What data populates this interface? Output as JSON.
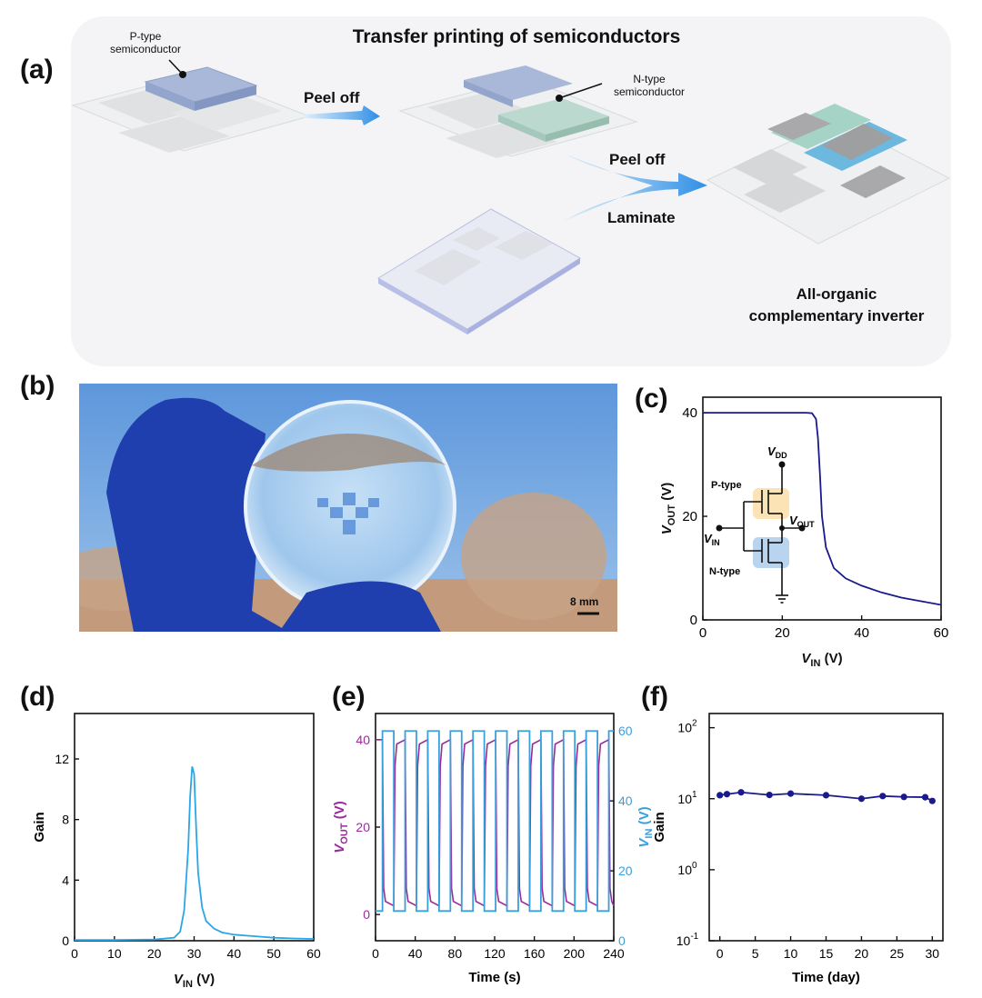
{
  "panels": {
    "a": "(a)",
    "b": "(b)",
    "c": "(c)",
    "d": "(d)",
    "e": "(e)",
    "f": "(f)"
  },
  "schematic": {
    "title": "Transfer printing of semiconductors",
    "p_type_line1": "P-type",
    "p_type_line2": "semiconductor",
    "n_type_line1": "N-type",
    "n_type_line2": "semiconductor",
    "peel_off_1": "Peel off",
    "peel_off_2": "Peel off",
    "laminate": "Laminate",
    "result_line1": "All-organic",
    "result_line2": "complementary inverter"
  },
  "photo": {
    "scale_label": "8 mm"
  },
  "colors": {
    "navy": "#1a1a8c",
    "light_blue": "#2aa6e8",
    "purple": "#9a2a9a",
    "cyan": "#3aa0dc",
    "p_highlight": "#fbe3b6",
    "n_highlight": "#b9d4ef"
  },
  "inset": {
    "vdd_main": "V",
    "vdd_sub": "DD",
    "vout_main": "V",
    "vout_sub": "OUT",
    "vin_main": "V",
    "vin_sub": "IN",
    "p_label": "P-type",
    "n_label": "N-type"
  },
  "chart_data": [
    {
      "id": "c",
      "type": "line",
      "xlabel_main": "V",
      "xlabel_sub": "IN",
      "xlabel_unit": " (V)",
      "ylabel_main": "V",
      "ylabel_sub": "OUT",
      "ylabel_unit": " (V)",
      "xlim": [
        0,
        60
      ],
      "ylim": [
        0,
        43
      ],
      "xticks": [
        0,
        20,
        40,
        60
      ],
      "yticks": [
        0,
        20,
        40
      ],
      "series": [
        {
          "x": [
            0,
            20,
            26,
            27.5,
            28.5,
            29,
            29.5,
            30,
            31,
            33,
            36,
            40,
            45,
            50,
            55,
            60
          ],
          "y": [
            40,
            40,
            40,
            39.9,
            38.8,
            35,
            28,
            20,
            14,
            10,
            8,
            6.6,
            5.3,
            4.3,
            3.6,
            2.9
          ]
        }
      ]
    },
    {
      "id": "d",
      "type": "line",
      "xlabel_main": "V",
      "xlabel_sub": "IN",
      "xlabel_unit": " (V)",
      "ylabel": "Gain",
      "xlim": [
        0,
        60
      ],
      "ylim": [
        0,
        15
      ],
      "xticks": [
        0,
        10,
        20,
        30,
        40,
        50,
        60
      ],
      "yticks": [
        0,
        4,
        8,
        12
      ],
      "series": [
        {
          "x": [
            0,
            10,
            20,
            25,
            26.5,
            27.5,
            28.5,
            29,
            29.5,
            30,
            30.5,
            31,
            32,
            33,
            35,
            37,
            40,
            45,
            50,
            55,
            60
          ],
          "y": [
            0.05,
            0.05,
            0.08,
            0.2,
            0.6,
            2,
            6,
            9.5,
            11.5,
            11,
            7.5,
            4.5,
            2.2,
            1.3,
            0.8,
            0.55,
            0.4,
            0.3,
            0.2,
            0.15,
            0.12
          ]
        }
      ]
    },
    {
      "id": "e",
      "type": "line",
      "xlabel": "Time (s)",
      "ylabel_main": "V",
      "ylabel_sub": "OUT",
      "ylabel_unit": " (V)",
      "y2label_main": "V",
      "y2label_sub": "IN",
      "y2label_unit": " (V)",
      "xlim": [
        0,
        240
      ],
      "ylim": [
        -6,
        46
      ],
      "y2lim": [
        0,
        65
      ],
      "xticks": [
        0,
        40,
        80,
        120,
        160,
        200,
        240
      ],
      "yticks": [
        0,
        20,
        40
      ],
      "y2ticks": [
        0,
        20,
        40,
        60
      ],
      "input_period": 22.8,
      "input_start": 7,
      "input_high": 60,
      "input_low": 8.5,
      "output_high": 40,
      "output_low": 2
    },
    {
      "id": "f",
      "type": "scatter",
      "xlabel": "Time (day)",
      "ylabel": "Gain",
      "log_y": true,
      "xlim": [
        -1.5,
        31.5
      ],
      "ylim_exp": [
        -1,
        2.2
      ],
      "xticks": [
        0,
        5,
        10,
        15,
        20,
        25,
        30
      ],
      "ytick_base": "10",
      "ytick_exps": [
        "-1",
        "0",
        "1",
        "2"
      ],
      "series": [
        {
          "x": [
            0,
            1,
            3,
            7,
            10,
            15,
            20,
            23,
            26,
            29,
            30
          ],
          "y": [
            11.2,
            11.6,
            12.3,
            11.3,
            11.8,
            11.2,
            10.0,
            10.9,
            10.6,
            10.5,
            9.3
          ]
        }
      ]
    }
  ]
}
